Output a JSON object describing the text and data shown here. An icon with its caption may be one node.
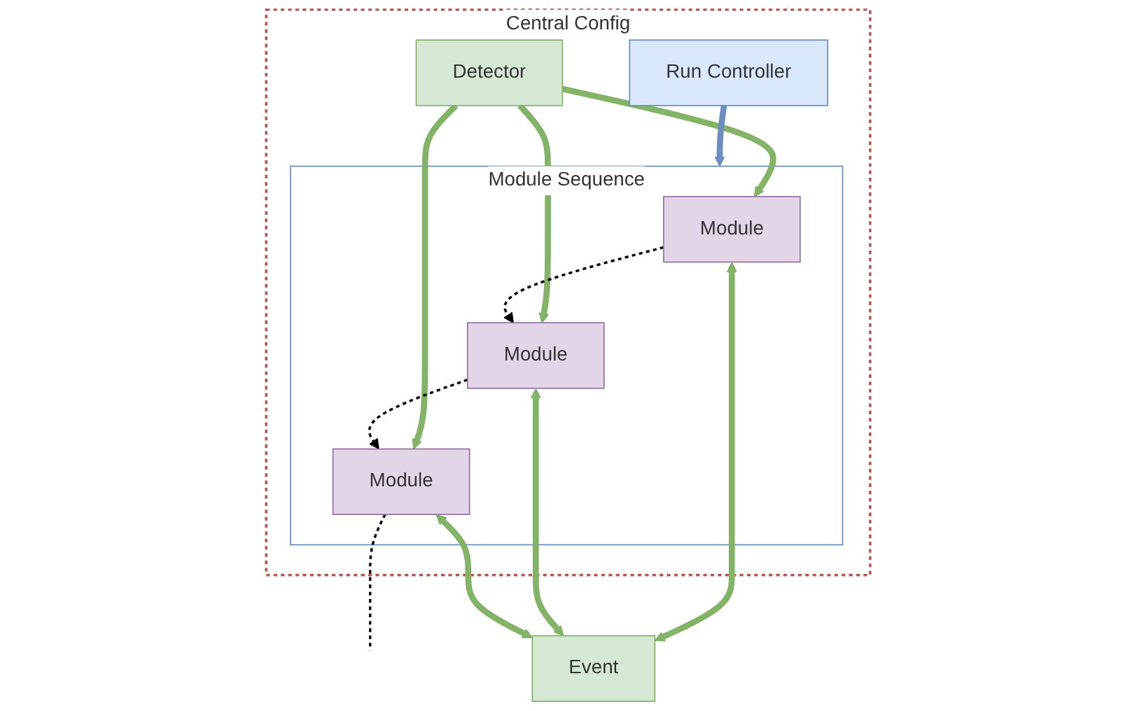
{
  "diagram": {
    "nodes": [
      {
        "text": [
          "Central Config"
        ]
      },
      {
        "text": [
          "Detector"
        ],
        "in": 0
      },
      {
        "text": [
          "Run Controller"
        ],
        "in": 0
      },
      {
        "text": [
          "Module Sequence"
        ],
        "in": 0
      },
      {
        "text": [
          "Module"
        ],
        "in": 3
      },
      {
        "text": [
          "Module"
        ],
        "in": 3
      },
      {
        "text": [
          "Module"
        ],
        "in": 3
      },
      {
        "text": [
          "Event"
        ]
      }
    ],
    "edges": [
      {
        "from": 1,
        "to": 4,
        "arrow": "to"
      },
      {
        "from": 1,
        "to": 5,
        "arrow": "to"
      },
      {
        "from": 1,
        "to": 6,
        "arrow": "to"
      },
      {
        "from": 2,
        "to": 3,
        "arrow": "to",
        "color": "#6c8ebf"
      },
      {
        "from": 4,
        "to": 5,
        "arrow": "to",
        "style": "dashed",
        "color": "#000000"
      },
      {
        "from": 5,
        "to": 6,
        "arrow": "to",
        "style": "dashed",
        "color": "#000000"
      },
      {
        "from": 6,
        "to": null,
        "arrow": "none",
        "style": "dashed",
        "color": "#000000"
      },
      {
        "from": 4,
        "to": 7,
        "arrow": "both"
      },
      {
        "from": 5,
        "to": 7,
        "arrow": "both"
      },
      {
        "from": 6,
        "to": 7,
        "arrow": "both"
      }
    ]
  }
}
